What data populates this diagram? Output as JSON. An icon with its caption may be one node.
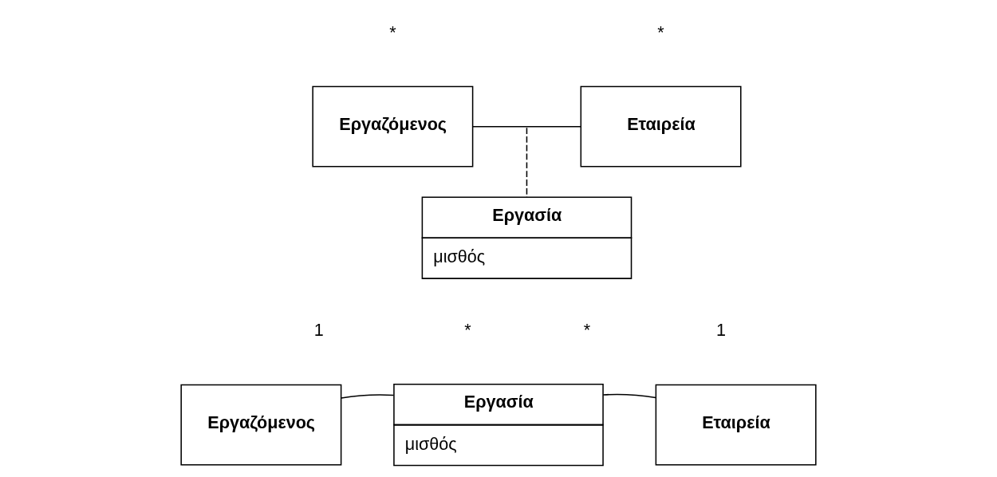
{
  "diagram": {
    "nodes": [
      {
        "text": [
          "Εργαζόμενος"
        ]
      },
      {
        "text": [
          "Εταιρεία"
        ]
      },
      {
        "text": [
          "Εργασία",
          "μισθός"
        ]
      },
      {
        "text": [
          "Εργαζόμενος"
        ]
      },
      {
        "text": [
          "Εργασία",
          "μισθός"
        ]
      },
      {
        "text": [
          "Εταιρεία"
        ]
      }
    ],
    "edges": [
      {
        "from": 0,
        "to": 1,
        "arrow": "none"
      },
      {
        "from": null,
        "to": 2,
        "arrow": "none",
        "style": "dashed"
      },
      {
        "from": 3,
        "to": 4,
        "arrow": "none"
      },
      {
        "from": 4,
        "to": 5,
        "arrow": "none"
      }
    ],
    "labels": [
      "*",
      "*",
      "1",
      "*",
      "*",
      "1"
    ]
  }
}
